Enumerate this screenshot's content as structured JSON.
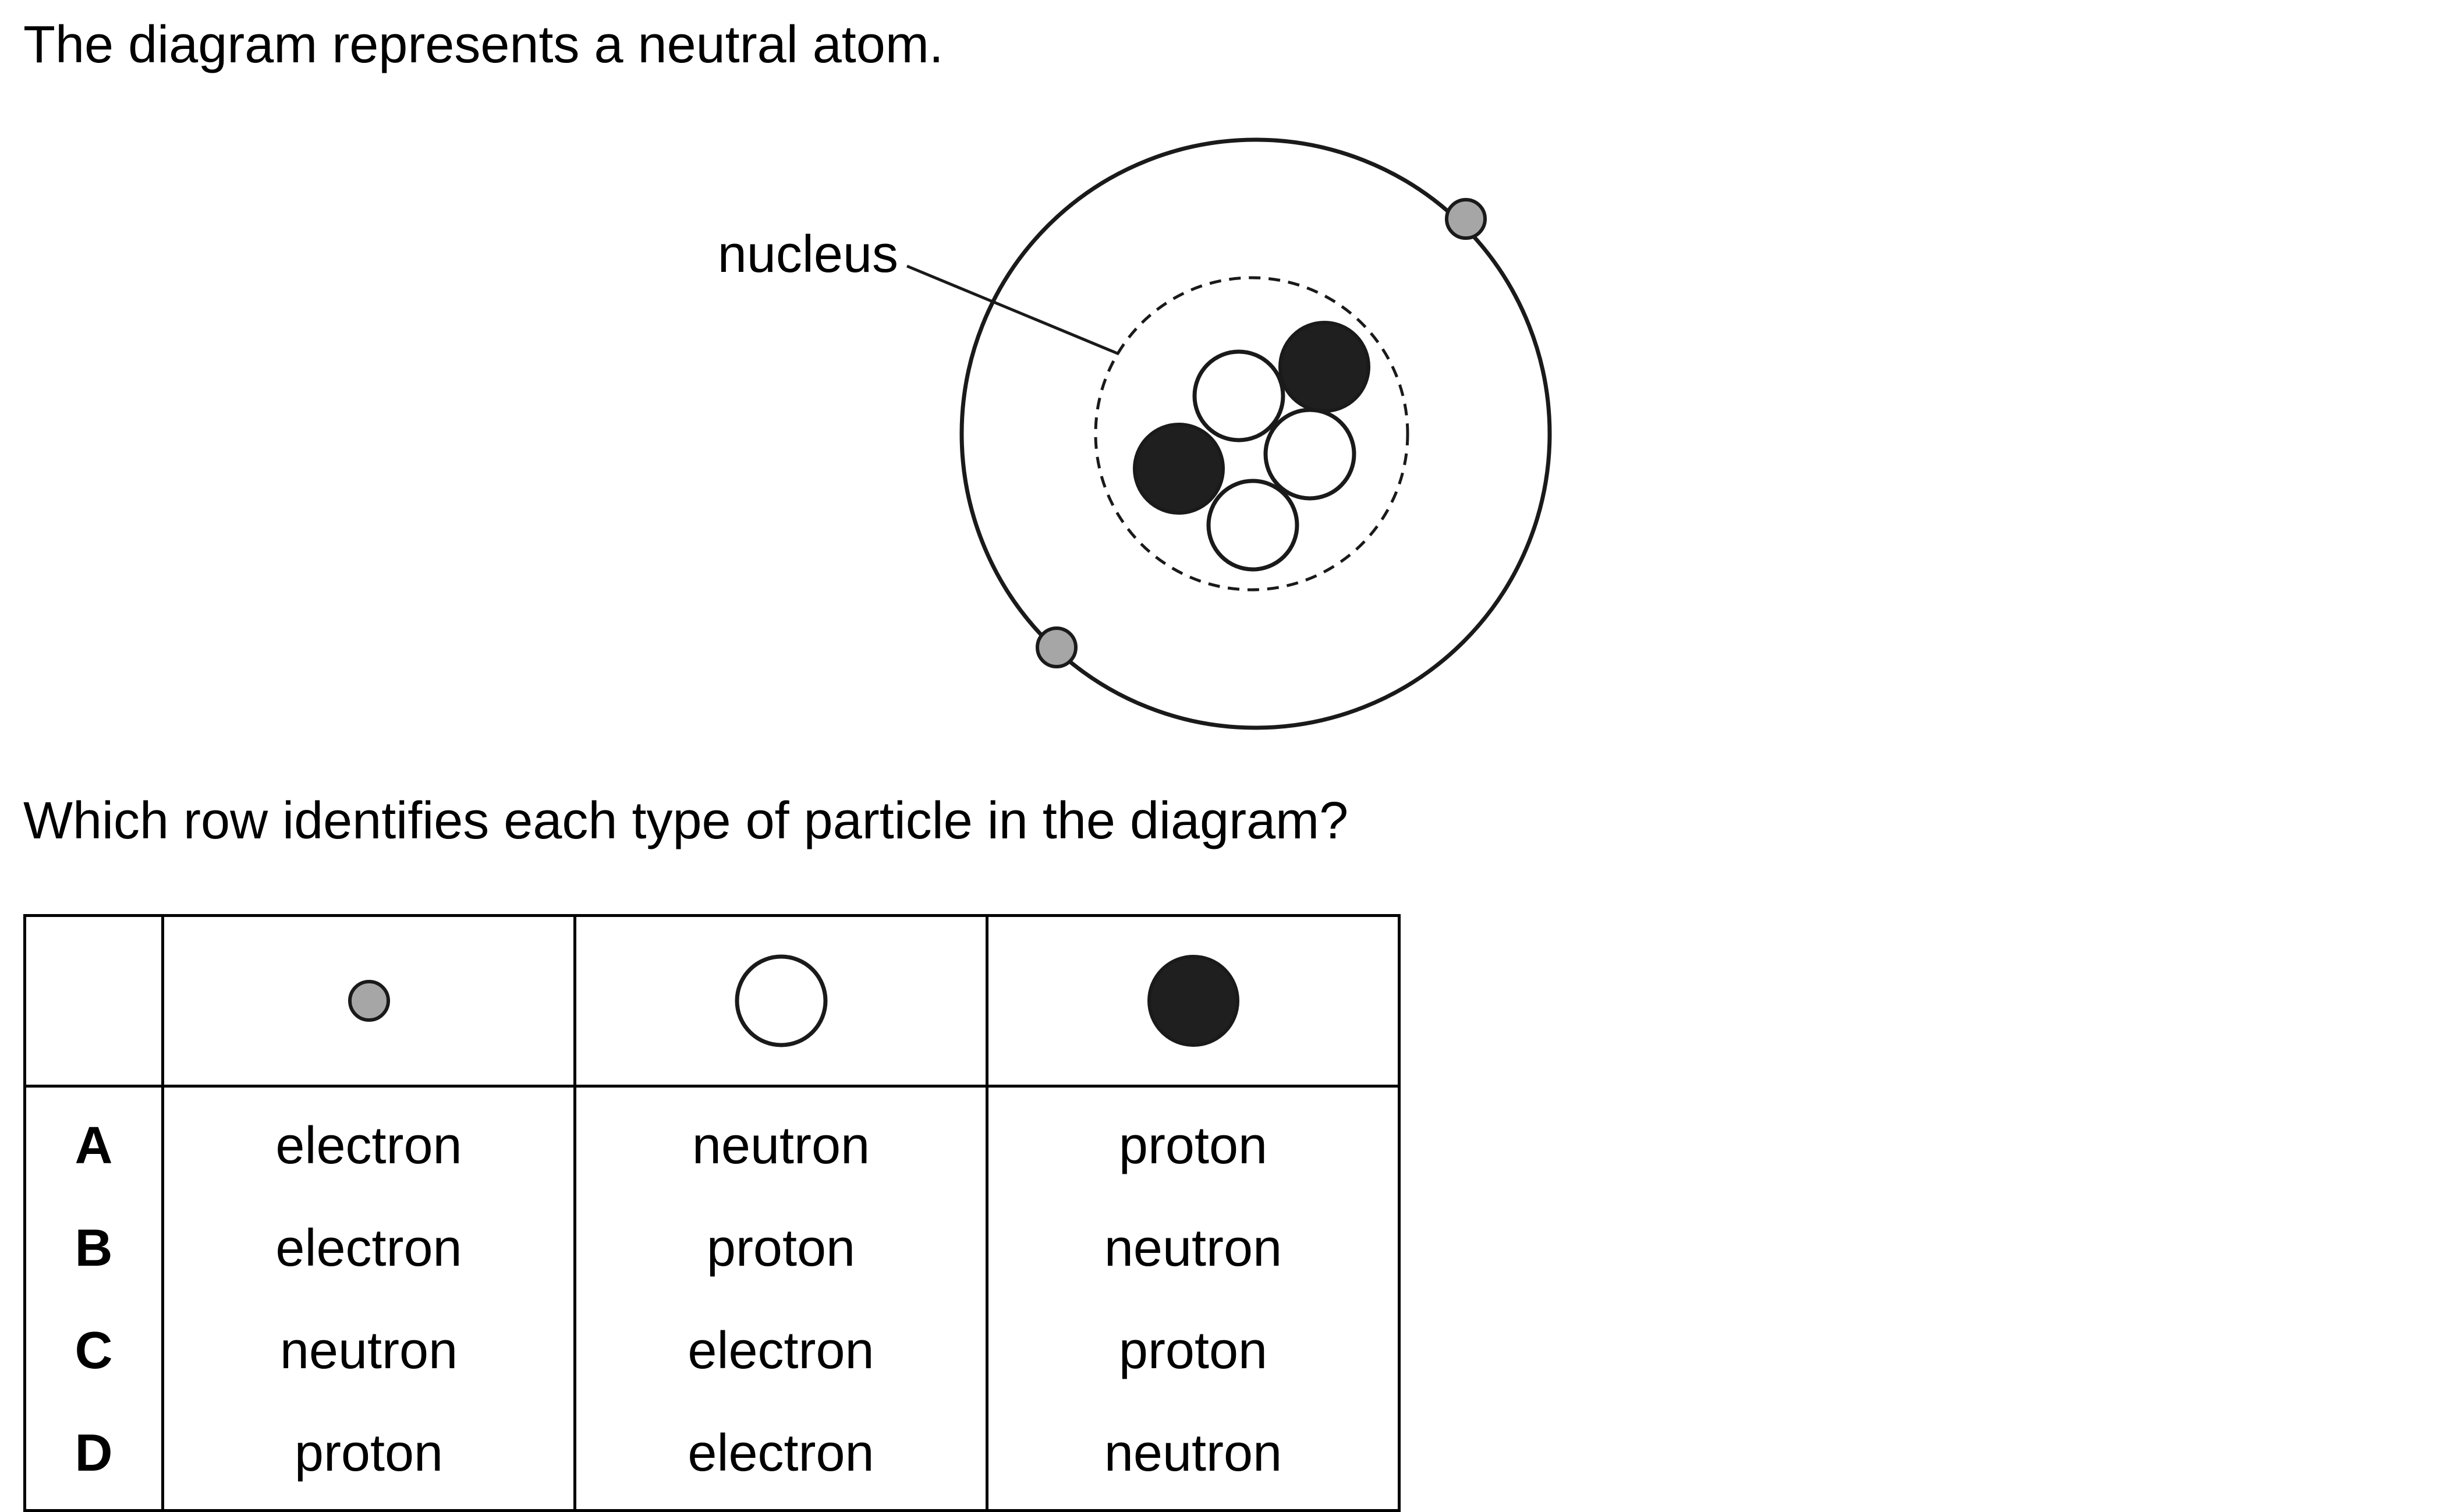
{
  "intro_text": "The diagram represents a neutral atom.",
  "diagram": {
    "nucleus_label": "nucleus",
    "colors": {
      "electron_fill": "#a6a6a6",
      "white_particle_fill": "#ffffff",
      "black_particle_fill": "#1f1f1f",
      "stroke": "#1a1a1a"
    }
  },
  "question_text": "Which row identifies each type of particle in the diagram?",
  "table": {
    "header_symbols": [
      "small-grey-circle",
      "large-white-circle",
      "large-black-circle"
    ],
    "rows": [
      {
        "letter": "A",
        "cells": [
          "electron",
          "neutron",
          "proton"
        ]
      },
      {
        "letter": "B",
        "cells": [
          "electron",
          "proton",
          "neutron"
        ]
      },
      {
        "letter": "C",
        "cells": [
          "neutron",
          "electron",
          "proton"
        ]
      },
      {
        "letter": "D",
        "cells": [
          "proton",
          "electron",
          "neutron"
        ]
      }
    ]
  }
}
